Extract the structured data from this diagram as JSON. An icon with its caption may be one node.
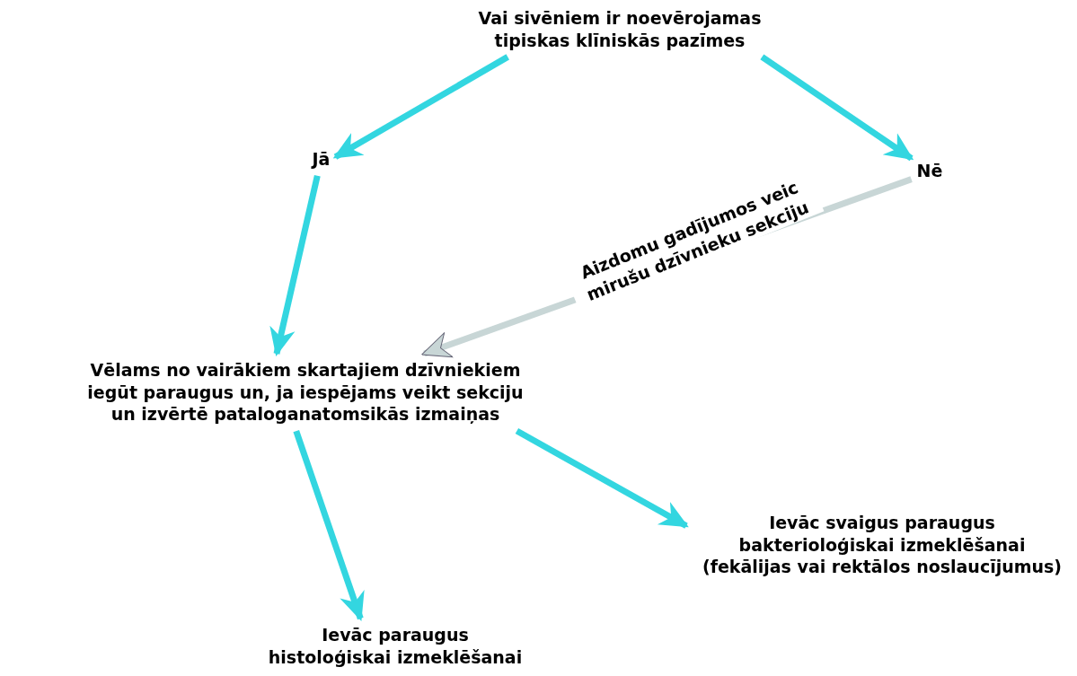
{
  "diagram": {
    "nodes": [
      {
        "text": [
          "Vai sivēniem ir noevērojamas tipiskas klīniskās pazīmes"
        ]
      },
      {
        "text": [
          "Jā"
        ]
      },
      {
        "text": [
          "Nē"
        ]
      },
      {
        "text": [
          "Vēlams no vairākiem skartajiem dzīvniekiem iegūt paraugus un, ja iespējams veikt sekciju un izvērtē pataloganatomsikās izmaiņas"
        ]
      },
      {
        "text": [
          "Ievāc svaigus paraugus bakterioloģiskai izmeklēšanai (fekālijas vai rektālos noslaucījumus)"
        ]
      },
      {
        "text": [
          "Ievāc paraugus histoloģiskai izmeklēšanai"
        ]
      }
    ],
    "edges": [
      {
        "from": 0,
        "to": 1,
        "arrow": "to"
      },
      {
        "from": 0,
        "to": 2,
        "arrow": "to"
      },
      {
        "from": 1,
        "to": 3,
        "arrow": "to"
      },
      {
        "from": 2,
        "to": 3,
        "arrow": "to",
        "label": "Aizdomu gadījumos veic mirušu dzīvnieku sekciju",
        "color": "#c8d6d6"
      },
      {
        "from": 3,
        "to": 5,
        "arrow": "to"
      },
      {
        "from": 3,
        "to": 4,
        "arrow": "to"
      }
    ]
  }
}
